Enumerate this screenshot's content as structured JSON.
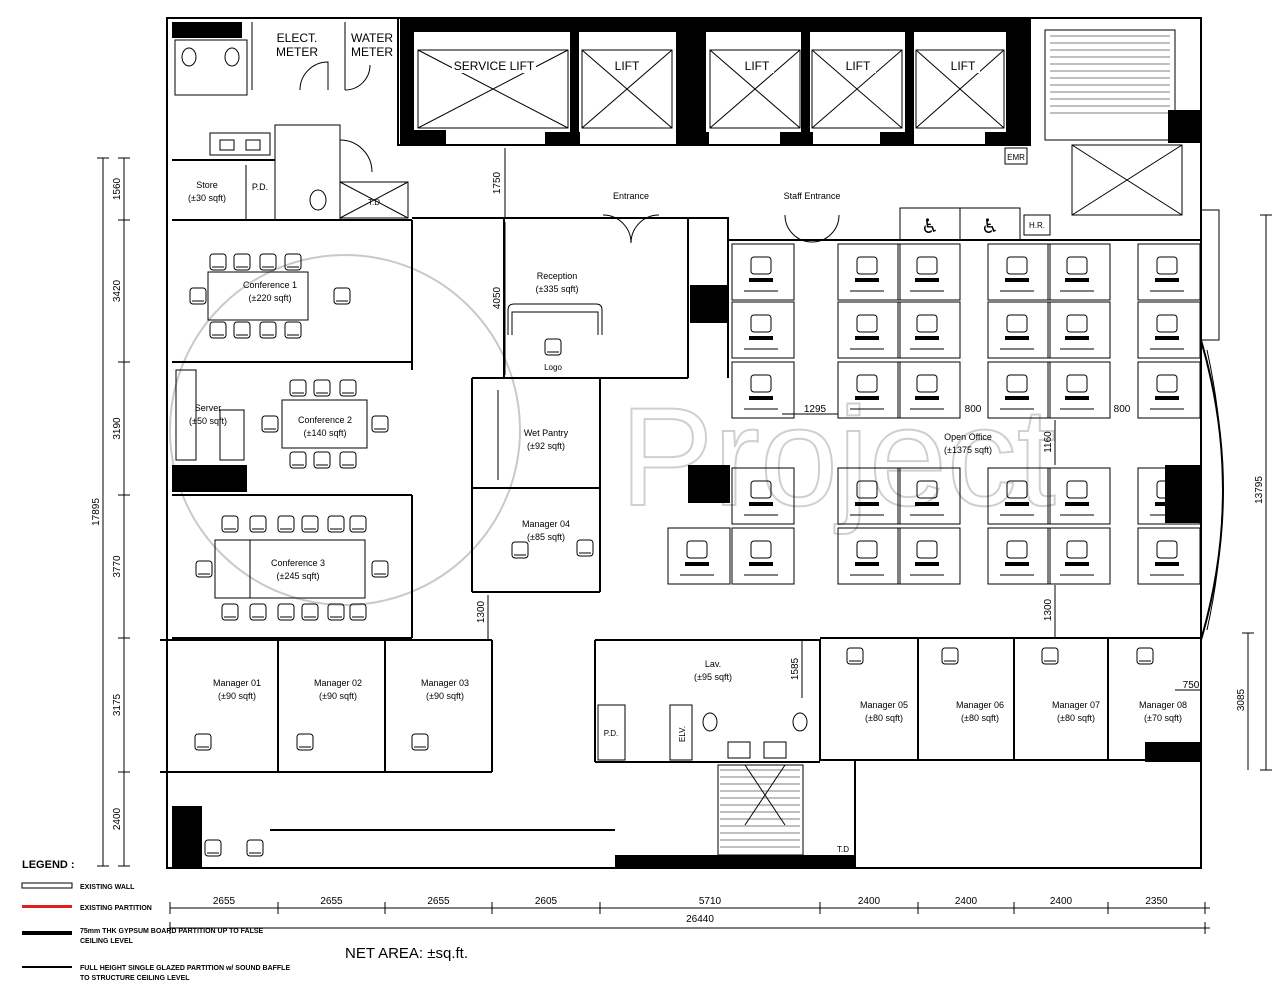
{
  "lifts": [
    "SERVICE LIFT",
    "LIFT",
    "LIFT",
    "LIFT",
    "LIFT"
  ],
  "meters": {
    "elect_1": "ELECT.",
    "elect_2": "METER",
    "water_1": "WATER",
    "water_2": "METER"
  },
  "small_labels": {
    "emr": "EMR",
    "hr": "H.R.",
    "pd": "P.D.",
    "td": "T.D",
    "elv": "ELV."
  },
  "entrances": {
    "main": "Entrance",
    "staff": "Staff Entrance"
  },
  "rooms": {
    "store": {
      "name": "Store",
      "area": "(±30 sqft)"
    },
    "pd_top": {
      "name": "P.D.",
      "area": ""
    },
    "conf1": {
      "name": "Conference 1",
      "area": "(±220 sqft)"
    },
    "server": {
      "name": "Server",
      "area": "(±50 sqft)"
    },
    "conf2": {
      "name": "Conference 2",
      "area": "(±140 sqft)"
    },
    "conf3": {
      "name": "Conference 3",
      "area": "(±245 sqft)"
    },
    "reception": {
      "name": "Reception",
      "area": "(±335 sqft)"
    },
    "logo": {
      "name": "Logo",
      "area": ""
    },
    "wet_pantry": {
      "name": "Wet Pantry",
      "area": "(±92 sqft)"
    },
    "manager04": {
      "name": "Manager 04",
      "area": "(±85 sqft)"
    },
    "open_office": {
      "name": "Open Office",
      "area": "(±1375 sqft)"
    },
    "lav": {
      "name": "Lav.",
      "area": "(±95 sqft)"
    },
    "manager01": {
      "name": "Manager 01",
      "area": "(±90 sqft)"
    },
    "manager02": {
      "name": "Manager 02",
      "area": "(±90 sqft)"
    },
    "manager03": {
      "name": "Manager 03",
      "area": "(±90 sqft)"
    },
    "manager05": {
      "name": "Manager 05",
      "area": "(±80 sqft)"
    },
    "manager06": {
      "name": "Manager 06",
      "area": "(±80 sqft)"
    },
    "manager07": {
      "name": "Manager 07",
      "area": "(±80 sqft)"
    },
    "manager08": {
      "name": "Manager 08",
      "area": "(±70 sqft)"
    }
  },
  "dims_left": [
    "1560",
    "3420",
    "3190",
    "3770",
    "3175",
    "2400"
  ],
  "dim_left_total": "17895",
  "dims_bottom": [
    "2655",
    "2655",
    "2655",
    "2605",
    "5710",
    "2400",
    "2400",
    "2400",
    "2350"
  ],
  "dim_bottom_total": "26440",
  "dims_right": {
    "total": "13795",
    "sub": "3085"
  },
  "dims_internal": {
    "d1750": "1750",
    "d4050": "4050",
    "d1300a": "1300",
    "d1295": "1295",
    "d800a": "800",
    "d800b": "800",
    "d1160": "1160",
    "d1300b": "1300",
    "d1585": "1585",
    "d750": "750"
  },
  "legend": {
    "title": "LEGEND :",
    "items": [
      {
        "text": "EXISTING WALL",
        "color": "#000000"
      },
      {
        "text": "EXISTING PARTITION",
        "color": "#e02020"
      },
      {
        "text_1": "75mm THK GYPSUM BOARD PARTITION UP TO FALSE",
        "text_2": "CEILING LEVEL",
        "color": "#000000"
      },
      {
        "text_1": "FULL HEIGHT SINGLE GLAZED PARTITION w/ SOUND BAFFLE",
        "text_2": "TO STRUCTURE CEILING LEVEL",
        "color": "#000000"
      }
    ]
  },
  "net_area": "NET AREA:  ±sq.ft.",
  "watermark": "Project"
}
